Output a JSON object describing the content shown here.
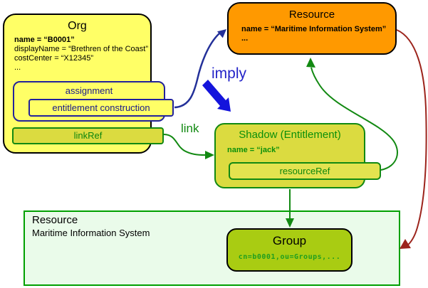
{
  "diagram": {
    "org": {
      "title": "Org",
      "attr_name": "name = “B0001”",
      "attr_display": "displayName = “Brethren of the Coast”",
      "attr_cost": "costCenter = “X12345”",
      "ellipsis": "...",
      "assignment_label": "assignment",
      "entitlement_label": "entitlement construction",
      "linkref_label": "linkRef"
    },
    "resource_top": {
      "title": "Resource",
      "attr_name": "name = “Maritime Information System”",
      "ellipsis": "..."
    },
    "shadow": {
      "title": "Shadow (Entitlement)",
      "attr_name": "name = “jack”",
      "resourceref_label": "resourceRef"
    },
    "resource_bottom": {
      "title": "Resource",
      "subtitle": "Maritime Information System"
    },
    "group": {
      "title": "Group",
      "dn": "cn=b0001,ou=Groups,..."
    },
    "labels": {
      "imply": "imply",
      "link": "link"
    },
    "colors": {
      "org_yellow": "#FFFF66",
      "olive_yellow": "#DBDB40",
      "resourceref_fill": "#E3E34F",
      "orange": "#FF9900",
      "light_green_fill": "#EAFBEA",
      "container_green_border": "#00A000",
      "group_fill": "#A9CC12",
      "green_text": "#0E860E",
      "green_arrow": "#128912",
      "navy_text": "#19198C",
      "navy_border": "#22229B",
      "blue_curve": "#233099",
      "imply_blue": "#1414DC",
      "dark_red": "#9C241C"
    }
  }
}
